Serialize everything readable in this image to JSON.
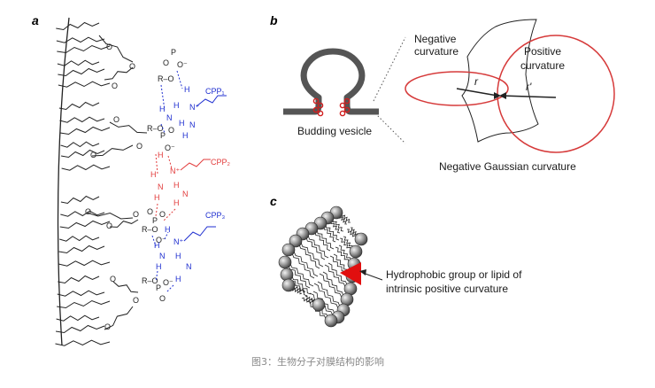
{
  "figure": {
    "caption": "图3：生物分子对膜结构的影响",
    "panels": {
      "a": {
        "letter": "a",
        "cpp_labels": [
          "CPP₁",
          "CPP₂",
          "CPP₃"
        ]
      },
      "b": {
        "letter": "b",
        "budding_label": "Budding vesicle",
        "negative_label_line1": "Negative",
        "negative_label_line2": "curvature",
        "positive_label_line1": "Positive",
        "positive_label_line2": "curvature",
        "r_label": "r",
        "r_prime_label": "r'",
        "gaussian_label": "Negative Gaussian curvature"
      },
      "c": {
        "letter": "c",
        "annotation_line1": "Hydrophobic group or lipid of",
        "annotation_line2": "intrinsic positive curvature"
      }
    },
    "colors": {
      "blue": "#1f2fd0",
      "red": "#e23b3b",
      "curve": "#d63a3a",
      "membrane": "#555555",
      "head": "#777777"
    }
  }
}
